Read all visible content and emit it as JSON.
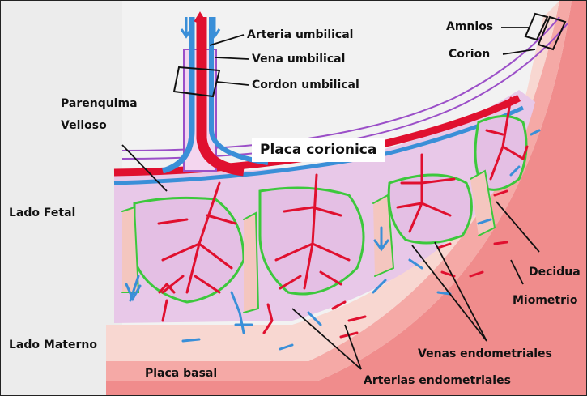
{
  "labels": {
    "arteria_umbilical": "Arteria umbilical",
    "vena_umbilical": "Vena umbilical",
    "cordon_umbilical": "Cordon umbilical",
    "amnios": "Amnios",
    "corion": "Corion",
    "parenquima_line1": "Parenquima",
    "parenquima_line2": "Velloso",
    "placa_corionica": "Placa corionica",
    "lado_fetal": "Lado Fetal",
    "lado_materno": "Lado Materno",
    "placa_basal": "Placa basal",
    "decidua": "Decidua",
    "miometrio": "Miometrio",
    "venas_endometriales": "Venas endometriales",
    "arterias_endometriales": "Arterias endometriales"
  },
  "colors": {
    "artery": "#e0102f",
    "vein": "#3a8fd8",
    "villi_outline": "#3cc83c",
    "villi_fill": "#e8c7e8",
    "myometrium": "#f08c8c",
    "decidua": "#f7c9c3",
    "amnion_line": "#9b4fc8"
  }
}
